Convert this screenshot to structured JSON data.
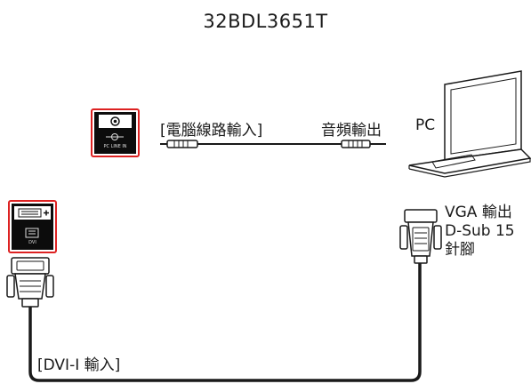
{
  "title": "32BDL3651T",
  "labels": {
    "audio_input": "[電腦線路輸入]",
    "audio_output": "音頻輸出",
    "pc": "PC",
    "vga_line1": "VGA 輸出",
    "vga_line2": "D-Sub 15",
    "vga_line3": "針腳",
    "dvi_input": "[DVI-I 輸入]"
  },
  "ports": {
    "pc_line_in_caption": "PC LINE IN",
    "dvi_caption": "DVI"
  },
  "colors": {
    "port_border": "#dd2222",
    "port_fill": "#0c0c0c",
    "cable": "#1a1a1a"
  },
  "icons": [
    "audio-jack-icon",
    "laptop-icon",
    "vga-connector-icon",
    "dvi-connector-icon"
  ]
}
